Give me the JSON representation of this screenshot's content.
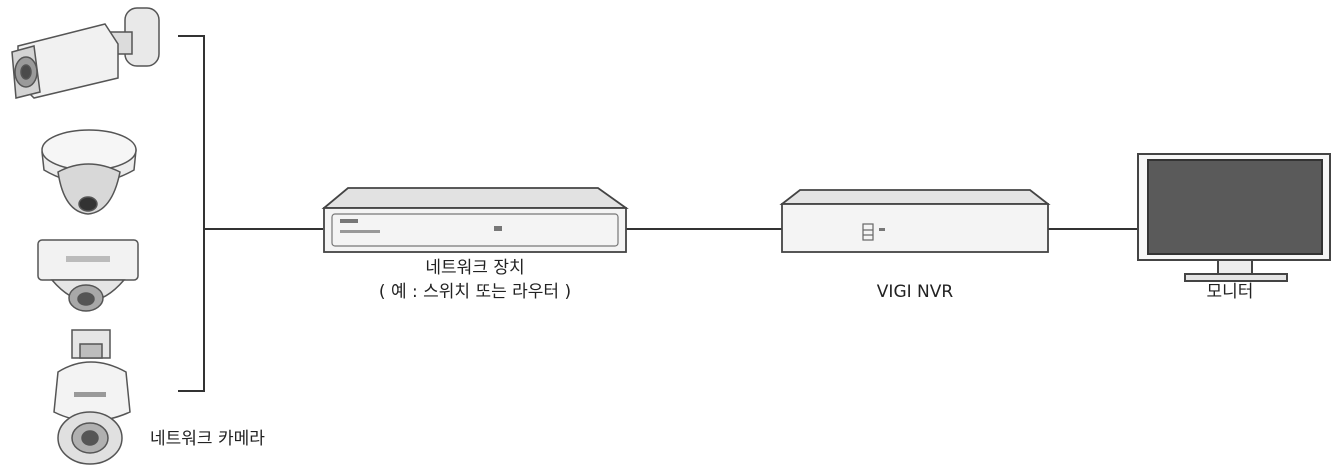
{
  "nodes": {
    "cameras": {
      "label": "네트워크 카메라"
    },
    "switch": {
      "label_line1": "네트워크 장치",
      "label_line2": "( 예 : 스위치 또는 라우터 )"
    },
    "nvr": {
      "label": "VIGI NVR"
    },
    "monitor": {
      "label": "모니터"
    }
  },
  "colors": {
    "line": "#333333",
    "device_fill": "#f4f4f4",
    "device_stroke": "#444444",
    "screen": "#5a5a5a"
  }
}
